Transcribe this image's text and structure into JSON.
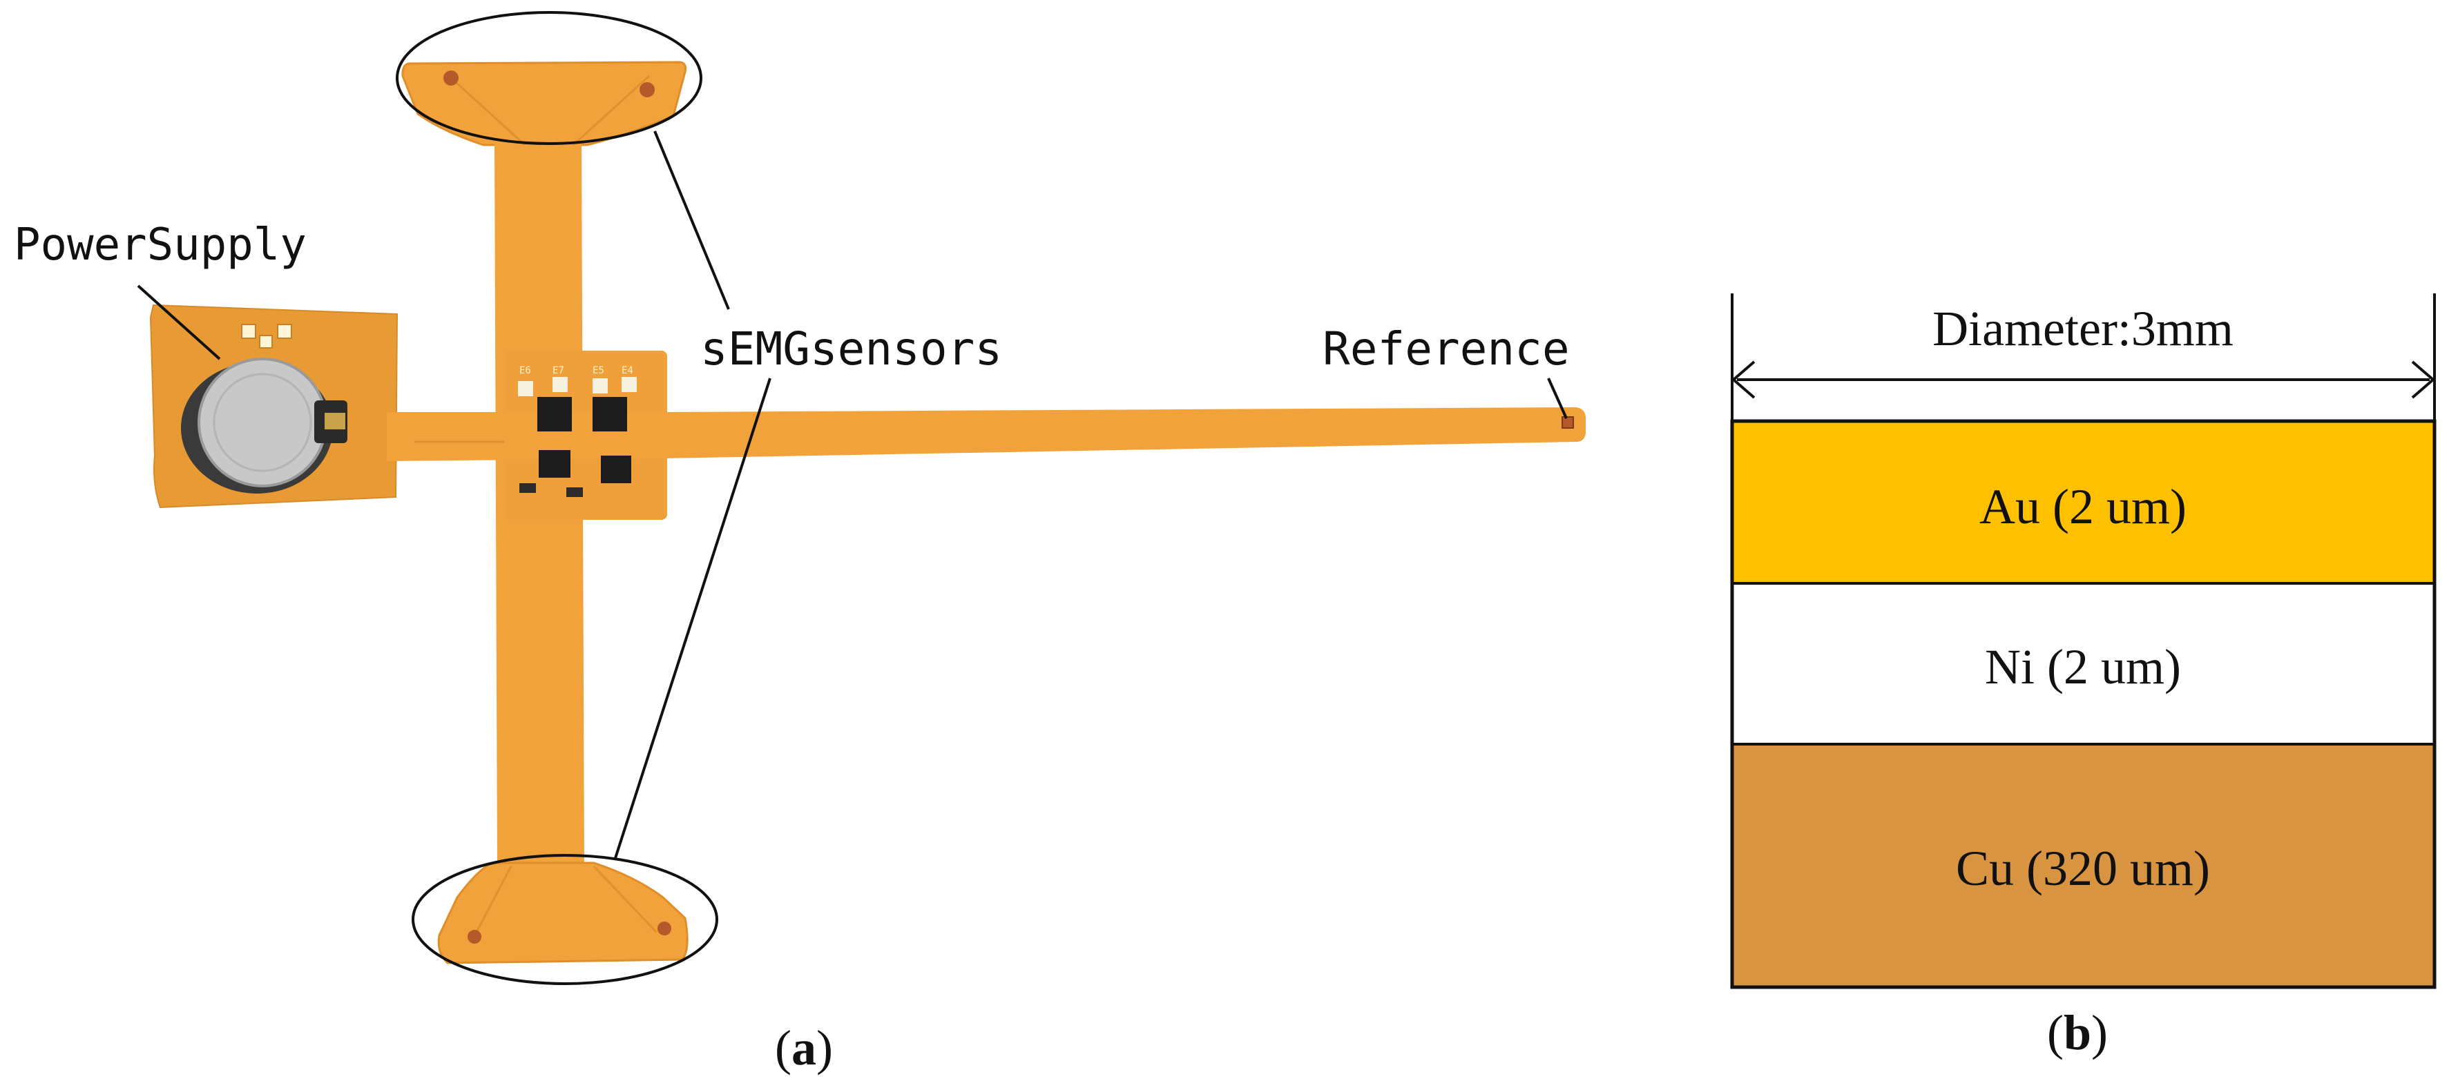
{
  "panel_a": {
    "label_prefix": "(",
    "label_letter": "a",
    "label_suffix": ")",
    "callouts": {
      "power_supply": "PowerSupply",
      "semg_sensors": "sEMGsensors",
      "reference": "Reference"
    },
    "pcb_silkscreen": [
      "E6",
      "E7",
      "E5",
      "E4"
    ]
  },
  "panel_b": {
    "label_prefix": "(",
    "label_letter": "b",
    "label_suffix": ")",
    "diameter": "Diameter:3mm",
    "layers": [
      {
        "label": "Au (2 um)",
        "color": "#ffc000"
      },
      {
        "label": "Ni (2 um)",
        "color": "#ffffff"
      },
      {
        "label": "Cu (320 um)",
        "color": "#d99441"
      }
    ]
  },
  "colors": {
    "flex_pcb": "#f2a23a",
    "flex_pcb_dark": "#e08e2a",
    "pad": "#b5582a",
    "battery": "#c8c8c8",
    "outline": "#111111"
  }
}
